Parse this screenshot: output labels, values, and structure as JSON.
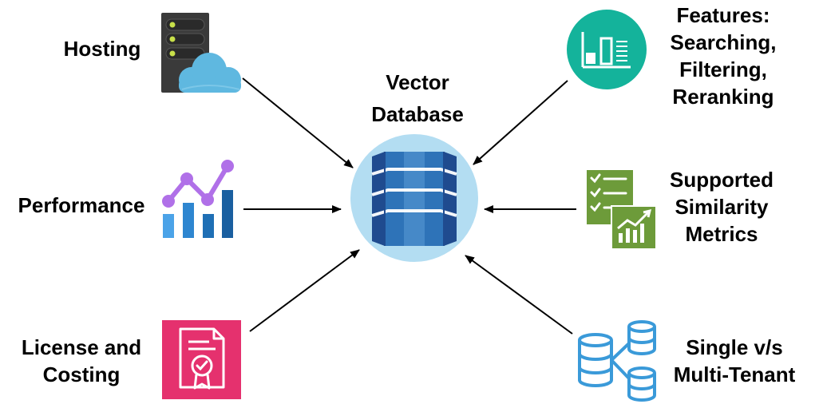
{
  "center": {
    "title_line1": "Vector",
    "title_line2": "Database",
    "icon": "database-layers-icon"
  },
  "nodes": [
    {
      "id": "hosting",
      "lines": [
        "Hosting"
      ],
      "icon": "server-cloud-icon"
    },
    {
      "id": "performance",
      "lines": [
        "Performance"
      ],
      "icon": "bar-line-chart-icon"
    },
    {
      "id": "license",
      "lines": [
        "License and",
        "Costing"
      ],
      "icon": "certificate-icon"
    },
    {
      "id": "features",
      "lines": [
        "Features:",
        "Searching,",
        "Filtering,",
        "Reranking"
      ],
      "icon": "analytics-circle-icon"
    },
    {
      "id": "similarity",
      "lines": [
        "Supported",
        "Similarity",
        "Metrics"
      ],
      "icon": "checklist-chart-icon"
    },
    {
      "id": "tenant",
      "lines": [
        "Single v/s",
        "Multi-Tenant"
      ],
      "icon": "database-network-icon"
    }
  ],
  "colors": {
    "center_circle": "#b3ddf2",
    "db_dark": "#1f4b8f",
    "db_mid": "#2e73b8",
    "db_light": "#5b9bd5",
    "features_circle": "#14b39b",
    "license_pink": "#e5316e",
    "similarity_green": "#6d9b3a",
    "tenant_blue": "#3a9ad9",
    "perf_purple": "#b070e8",
    "perf_blue": "#1f6fb5",
    "server_dark": "#3a3a3a",
    "cloud_blue": "#5fb8e0"
  }
}
